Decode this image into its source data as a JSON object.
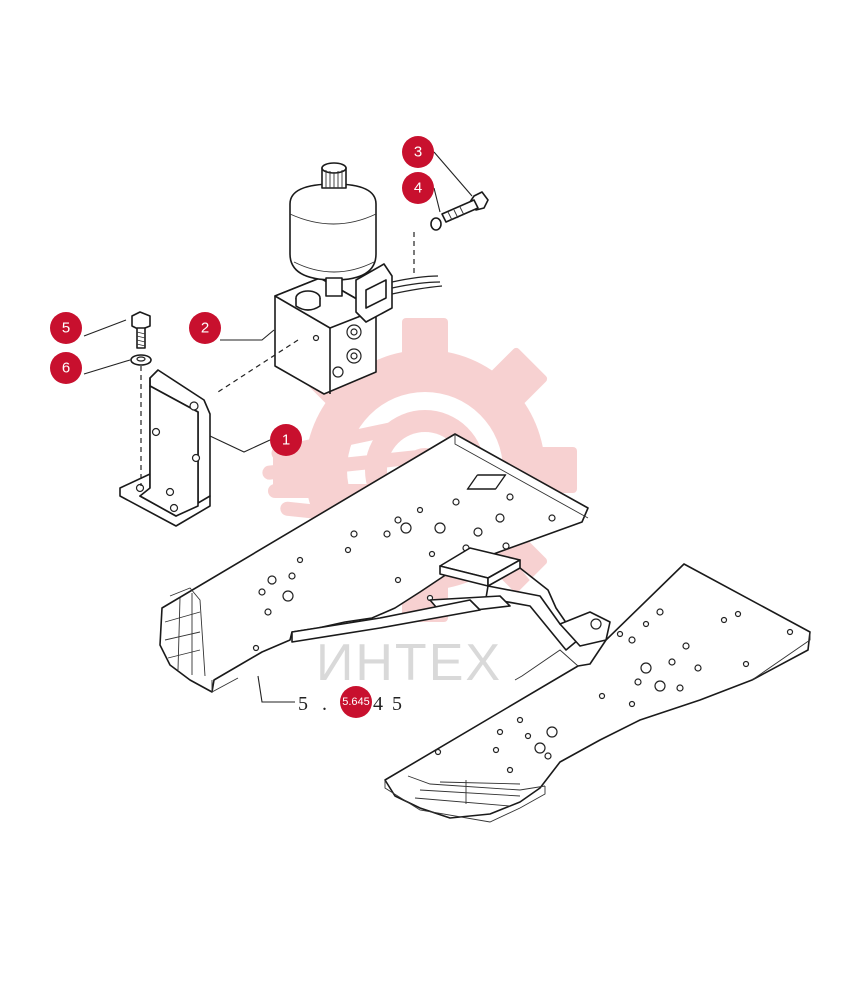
{
  "callouts": [
    {
      "label": "1"
    },
    {
      "label": "2"
    },
    {
      "label": "3"
    },
    {
      "label": "4"
    },
    {
      "label": "5"
    },
    {
      "label": "6"
    }
  ],
  "reference": {
    "chars": [
      "5",
      ".",
      "4",
      "5"
    ],
    "badge": "5.645"
  },
  "watermark": {
    "text": "ИНТЕХ"
  },
  "colors": {
    "callout": "#c8102e",
    "watermark_gear": "#f5c6c6",
    "line": "#1a1a1a"
  }
}
